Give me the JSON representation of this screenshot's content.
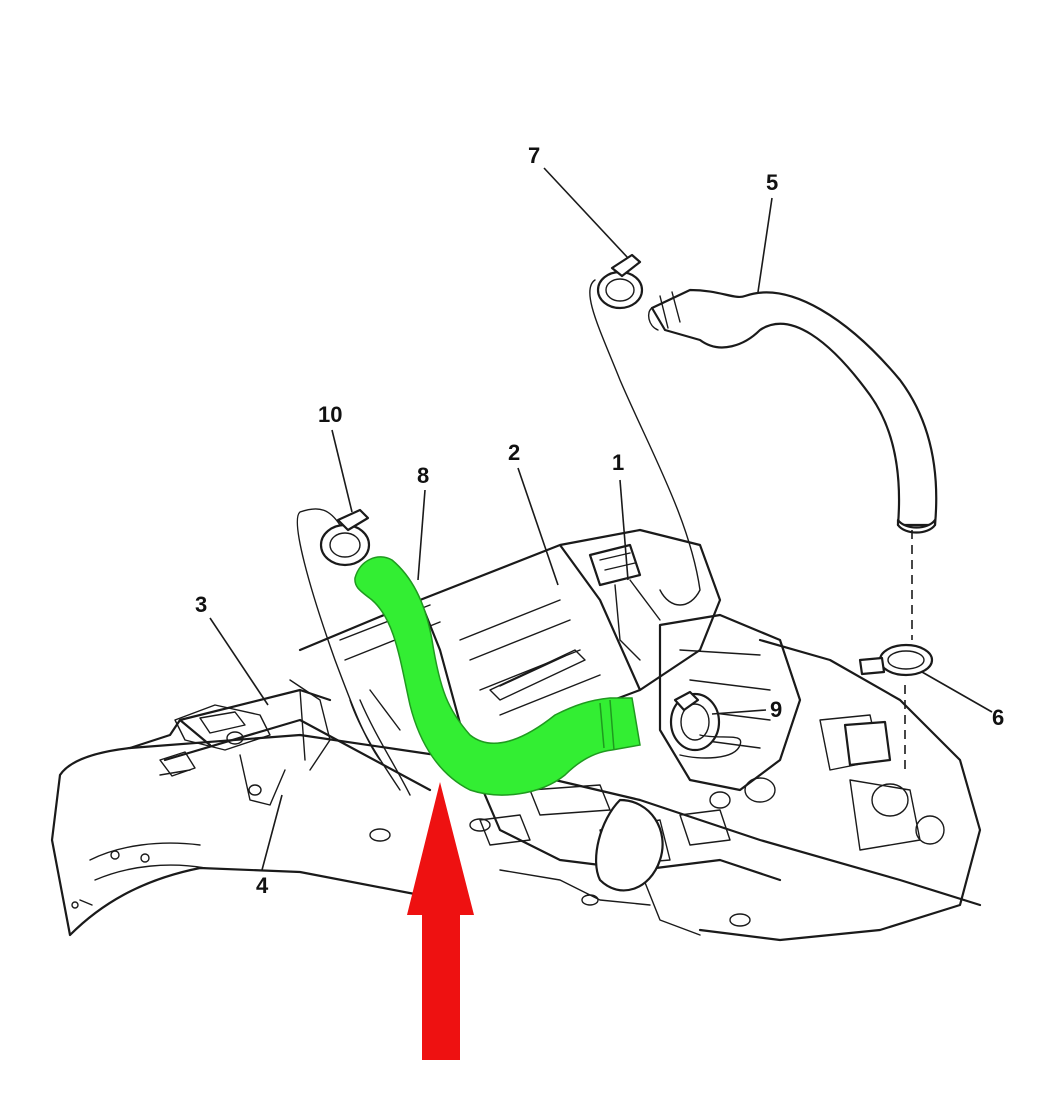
{
  "diagram": {
    "callouts": [
      {
        "id": "1",
        "label": "1"
      },
      {
        "id": "2",
        "label": "2"
      },
      {
        "id": "3",
        "label": "3"
      },
      {
        "id": "4",
        "label": "4"
      },
      {
        "id": "5",
        "label": "5"
      },
      {
        "id": "6",
        "label": "6"
      },
      {
        "id": "7",
        "label": "7"
      },
      {
        "id": "8",
        "label": "8"
      },
      {
        "id": "9",
        "label": "9"
      },
      {
        "id": "10",
        "label": "10"
      }
    ],
    "colors": {
      "line": "#1a1a1a",
      "highlight_hose": "#33ee33",
      "arrow": "#ee1111",
      "background": "#ffffff"
    },
    "icons": {
      "pointer": "up-arrow-icon"
    }
  }
}
